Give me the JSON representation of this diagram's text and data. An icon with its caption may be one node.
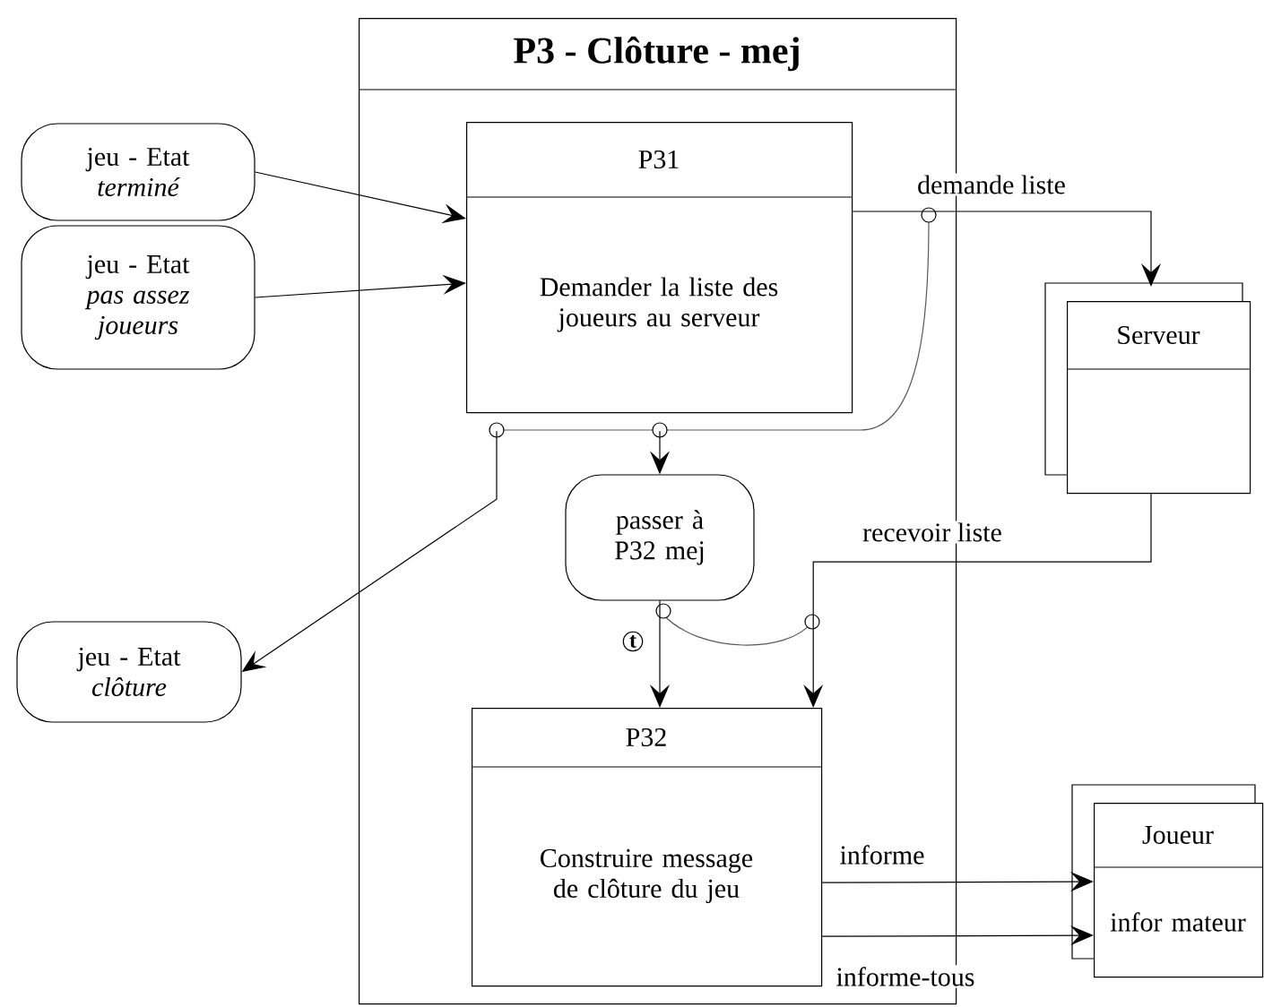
{
  "diagram": {
    "nodes": [
      {
        "text": [
          "P3 - Clôture - mej"
        ]
      },
      {
        "text": [
          "P31",
          "Demander la liste des joueurs au serveur"
        ],
        "in": 0
      },
      {
        "text": [
          "jeu - Etat",
          "terminé"
        ]
      },
      {
        "text": [
          "jeu - Etat",
          "pas assez joueurs"
        ]
      },
      {
        "text": [
          "Serveur"
        ]
      },
      {
        "text": [
          "passer à P32 mej"
        ],
        "in": 0
      },
      {
        "text": [
          "jeu - Etat",
          "clôture"
        ]
      },
      {
        "text": [
          "P32",
          "Construire message de clôture du jeu"
        ],
        "in": 0
      },
      {
        "text": [
          "Joueur",
          "infor mateur"
        ]
      }
    ],
    "edges": [
      {
        "from": 2,
        "to": 1,
        "arrow": "to"
      },
      {
        "from": 3,
        "to": 1,
        "arrow": "to"
      },
      {
        "from": 1,
        "to": 4,
        "arrow": "to",
        "label": "demande liste"
      },
      {
        "from": 1,
        "to": 5,
        "arrow": "to"
      },
      {
        "from": 1,
        "to": 6,
        "arrow": "to"
      },
      {
        "from": 5,
        "to": 7,
        "arrow": "to",
        "label": "t"
      },
      {
        "from": 4,
        "to": 7,
        "arrow": "to",
        "label": "recevoir liste"
      },
      {
        "from": 7,
        "to": 8,
        "arrow": "to",
        "label": "informe"
      },
      {
        "from": 7,
        "to": 8,
        "arrow": "to",
        "label": "informe-tous"
      }
    ]
  }
}
